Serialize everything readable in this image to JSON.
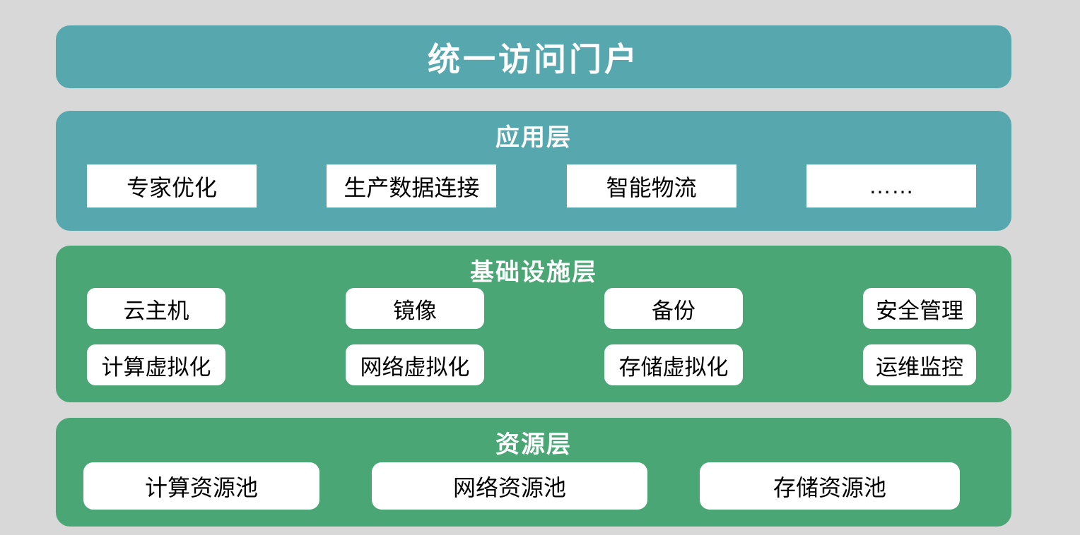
{
  "colors": {
    "teal": "#57a8ae",
    "green": "#4ba675",
    "background": "#d8d8d8",
    "box_background": "#ffffff",
    "box_text": "#000000",
    "header_text": "#ffffff"
  },
  "portal": {
    "title": "统一访问门户"
  },
  "layers": [
    {
      "id": "application",
      "title": "应用层",
      "items": [
        "专家优化",
        "生产数据连接",
        "智能物流",
        "……"
      ]
    },
    {
      "id": "infrastructure",
      "title": "基础设施层",
      "rows": [
        [
          "云主机",
          "镜像",
          "备份",
          "安全管理"
        ],
        [
          "计算虚拟化",
          "网络虚拟化",
          "存储虚拟化",
          "运维监控"
        ]
      ]
    },
    {
      "id": "resource",
      "title": "资源层",
      "items": [
        "计算资源池",
        "网络资源池",
        "存储资源池"
      ]
    }
  ]
}
